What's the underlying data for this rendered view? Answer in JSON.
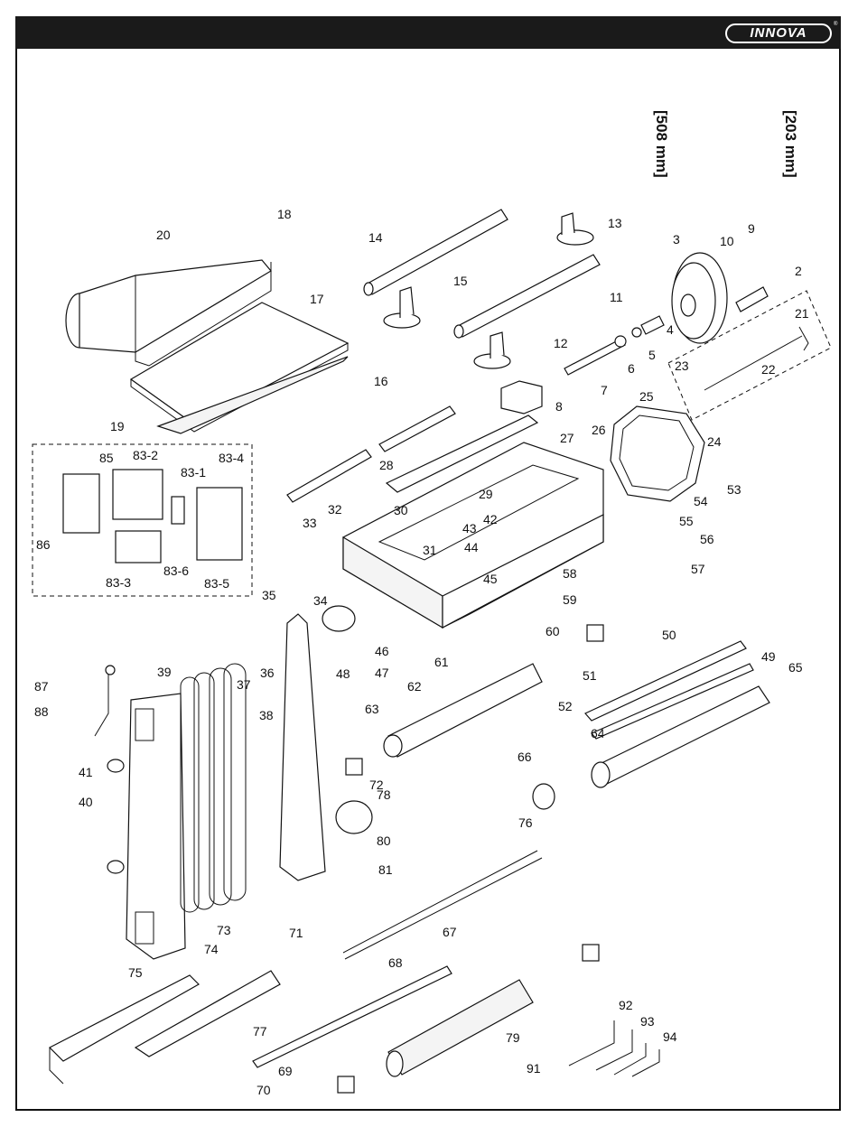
{
  "header": {
    "brand": "INNOVA",
    "trademark": "®"
  },
  "dimensions": {
    "width_a": "[508 mm]",
    "width_b": "[203 mm]"
  },
  "part_labels": [
    "2",
    "3",
    "4",
    "5",
    "6",
    "7",
    "8",
    "9",
    "10",
    "11",
    "12",
    "13",
    "14",
    "15",
    "16",
    "17",
    "18",
    "19",
    "20",
    "21",
    "22",
    "23",
    "24",
    "25",
    "26",
    "27",
    "28",
    "29",
    "30",
    "31",
    "32",
    "33",
    "34",
    "35",
    "36",
    "37",
    "38",
    "39",
    "40",
    "41",
    "42",
    "43",
    "44",
    "45",
    "46",
    "47",
    "48",
    "49",
    "50",
    "51",
    "52",
    "53",
    "54",
    "55",
    "56",
    "57",
    "58",
    "59",
    "60",
    "61",
    "62",
    "63",
    "64",
    "65",
    "66",
    "67",
    "68",
    "69",
    "70",
    "71",
    "72",
    "73",
    "74",
    "75",
    "76",
    "77",
    "78",
    "79",
    "80",
    "81",
    "83-1",
    "83-2",
    "83-3",
    "83-4",
    "83-5",
    "83-6",
    "85",
    "86",
    "87",
    "88",
    "91",
    "92",
    "93",
    "94"
  ]
}
